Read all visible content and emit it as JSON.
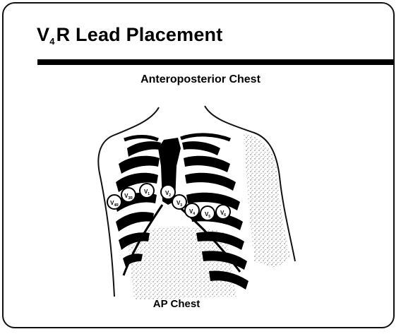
{
  "title": {
    "main": "V",
    "subscript": "4",
    "rest": "R Lead Placement"
  },
  "subtitle": "Anteroposterior Chest",
  "caption": "AP Chest",
  "electrodes": [
    {
      "label": "V",
      "sub": "4R"
    },
    {
      "label": "V",
      "sub": "3R"
    },
    {
      "label": "V",
      "sub": "1"
    },
    {
      "label": "V",
      "sub": "2"
    },
    {
      "label": "V",
      "sub": "3"
    },
    {
      "label": "V",
      "sub": "4"
    },
    {
      "label": "V",
      "sub": "5"
    },
    {
      "label": "V",
      "sub": "6"
    }
  ]
}
